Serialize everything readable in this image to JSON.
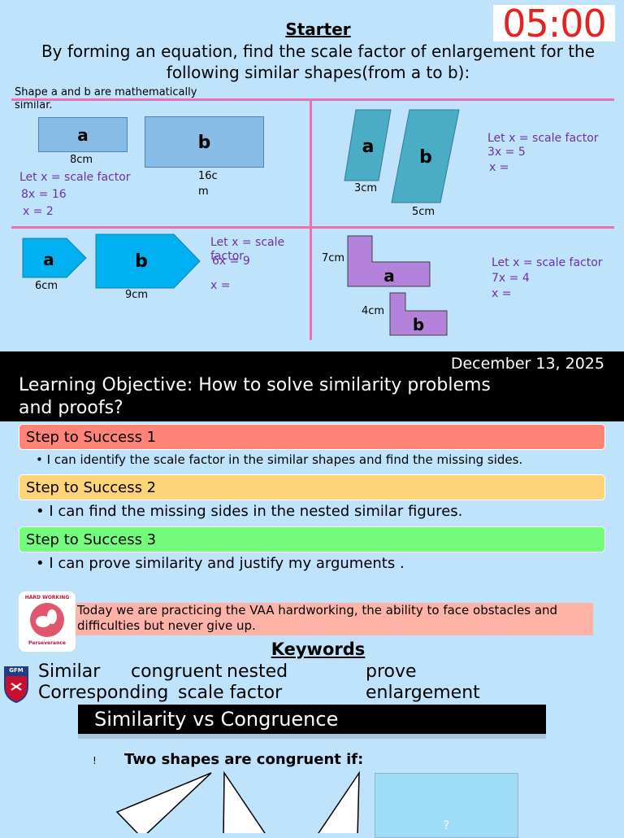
{
  "starter": {
    "title": "Starter",
    "timer": "05:00",
    "question_line1": "By forming an equation, find the scale factor of enlargement for the",
    "question_line2": "following similar shapes(from a to b):",
    "note_line1": "Shape a and b are mathematically",
    "note_line2": "similar."
  },
  "q1": {
    "shape_a": "a",
    "shape_b": "b",
    "len_a": "8cm",
    "len_b_1": "16c",
    "len_b_2": "m",
    "line1": "Let x = scale factor",
    "line2": "8x = 16",
    "line3": "x = 2"
  },
  "q2": {
    "shape_a": "a",
    "shape_b": "b",
    "len_a": "3cm",
    "len_b": "5cm",
    "line1": "Let x = scale factor",
    "line2": "3x = 5",
    "line3": "x ="
  },
  "q3": {
    "shape_a": "a",
    "shape_b": "b",
    "len_a": "6cm",
    "len_b": "9cm",
    "line1": "Let x = scale",
    "line1b": "factor",
    "line2": "6x = 9",
    "line3": "x ="
  },
  "q4": {
    "shape_a": "a",
    "shape_b": "b",
    "len_a": "7cm",
    "len_b": "4cm",
    "line1": "Let x = scale factor",
    "line2": "7x = 4",
    "line3": "x ="
  },
  "header": {
    "date": "December 13, 2025",
    "objective_line1": "Learning Objective: How to solve similarity problems",
    "objective_line2": "and proofs?"
  },
  "steps": [
    {
      "label": "Step to Success 1",
      "bullet": "I can identify the scale factor in the similar shapes and find the missing sides.",
      "color": "#ff8377"
    },
    {
      "label": "Step to Success 2",
      "bullet": "I can find the missing sides in the nested similar figures.",
      "color": "#fed478"
    },
    {
      "label": "Step to Success 3",
      "bullet": "I can prove similarity and justify my arguments .",
      "color": "#74fc7a"
    }
  ],
  "vaa": {
    "badge_top": "HARD WORKING",
    "badge_bottom": "Perseverance",
    "text_line1": "Today we are practicing the VAA hardworking, the ability to face obstacles and",
    "text_line2": "difficulties but never give up."
  },
  "keywords": {
    "title": "Keywords",
    "logo": "GFM",
    "row1": [
      "Similar",
      "congruent",
      "nested",
      "prove"
    ],
    "row2": [
      "Corresponding",
      "scale factor",
      "enlargement"
    ]
  },
  "similarity": {
    "title": "Similarity vs Congruence",
    "bang": "!",
    "congruent_heading": "Two shapes are congruent if:",
    "box_mark": "?"
  }
}
